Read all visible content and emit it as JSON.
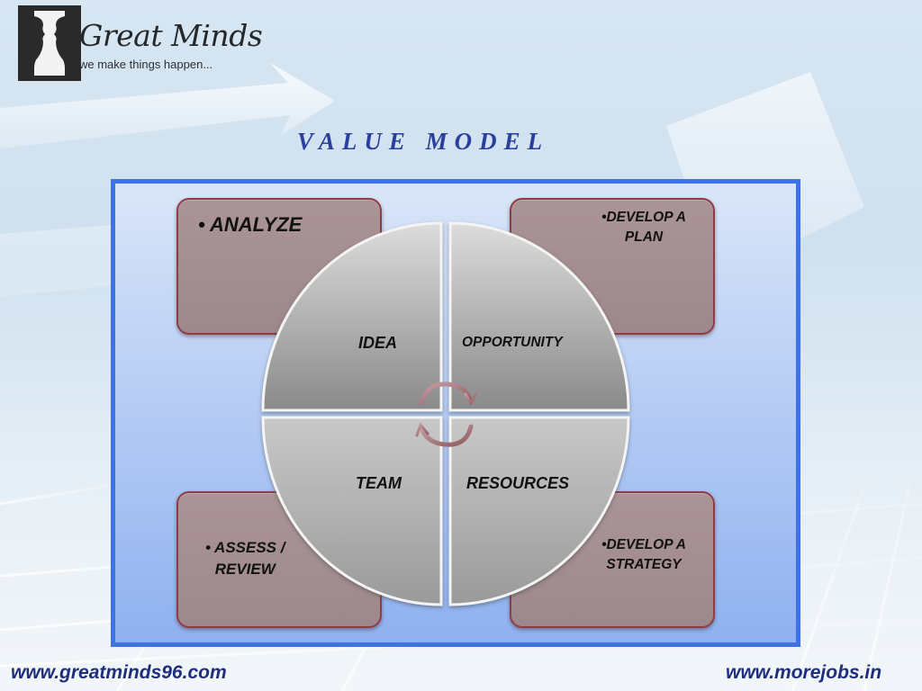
{
  "logo": {
    "title": "Great Minds",
    "tagline": "we make things happen..."
  },
  "slide": {
    "title": "VALUE MODEL"
  },
  "corners": {
    "top_left": "• ANALYZE",
    "top_right_line1": "•DEVELOP A",
    "top_right_line2": "PLAN",
    "bottom_left_line1": "• ASSESS /",
    "bottom_left_line2": "REVIEW",
    "bottom_right_line1": "•DEVELOP A",
    "bottom_right_line2": "STRATEGY"
  },
  "quadrants": {
    "top_left": "IDEA",
    "top_right": "OPPORTUNITY",
    "bottom_left": "TEAM",
    "bottom_right": "RESOURCES"
  },
  "footer": {
    "left_link": "www.greatminds96.com",
    "right_link": "www.morejobs.in"
  },
  "colors": {
    "title": "#2a3f9c",
    "frame_border": "#3f73e4",
    "corner_fill": "#a08b8e",
    "corner_border": "#8e3c45",
    "footer_text": "#1e2d7c"
  }
}
